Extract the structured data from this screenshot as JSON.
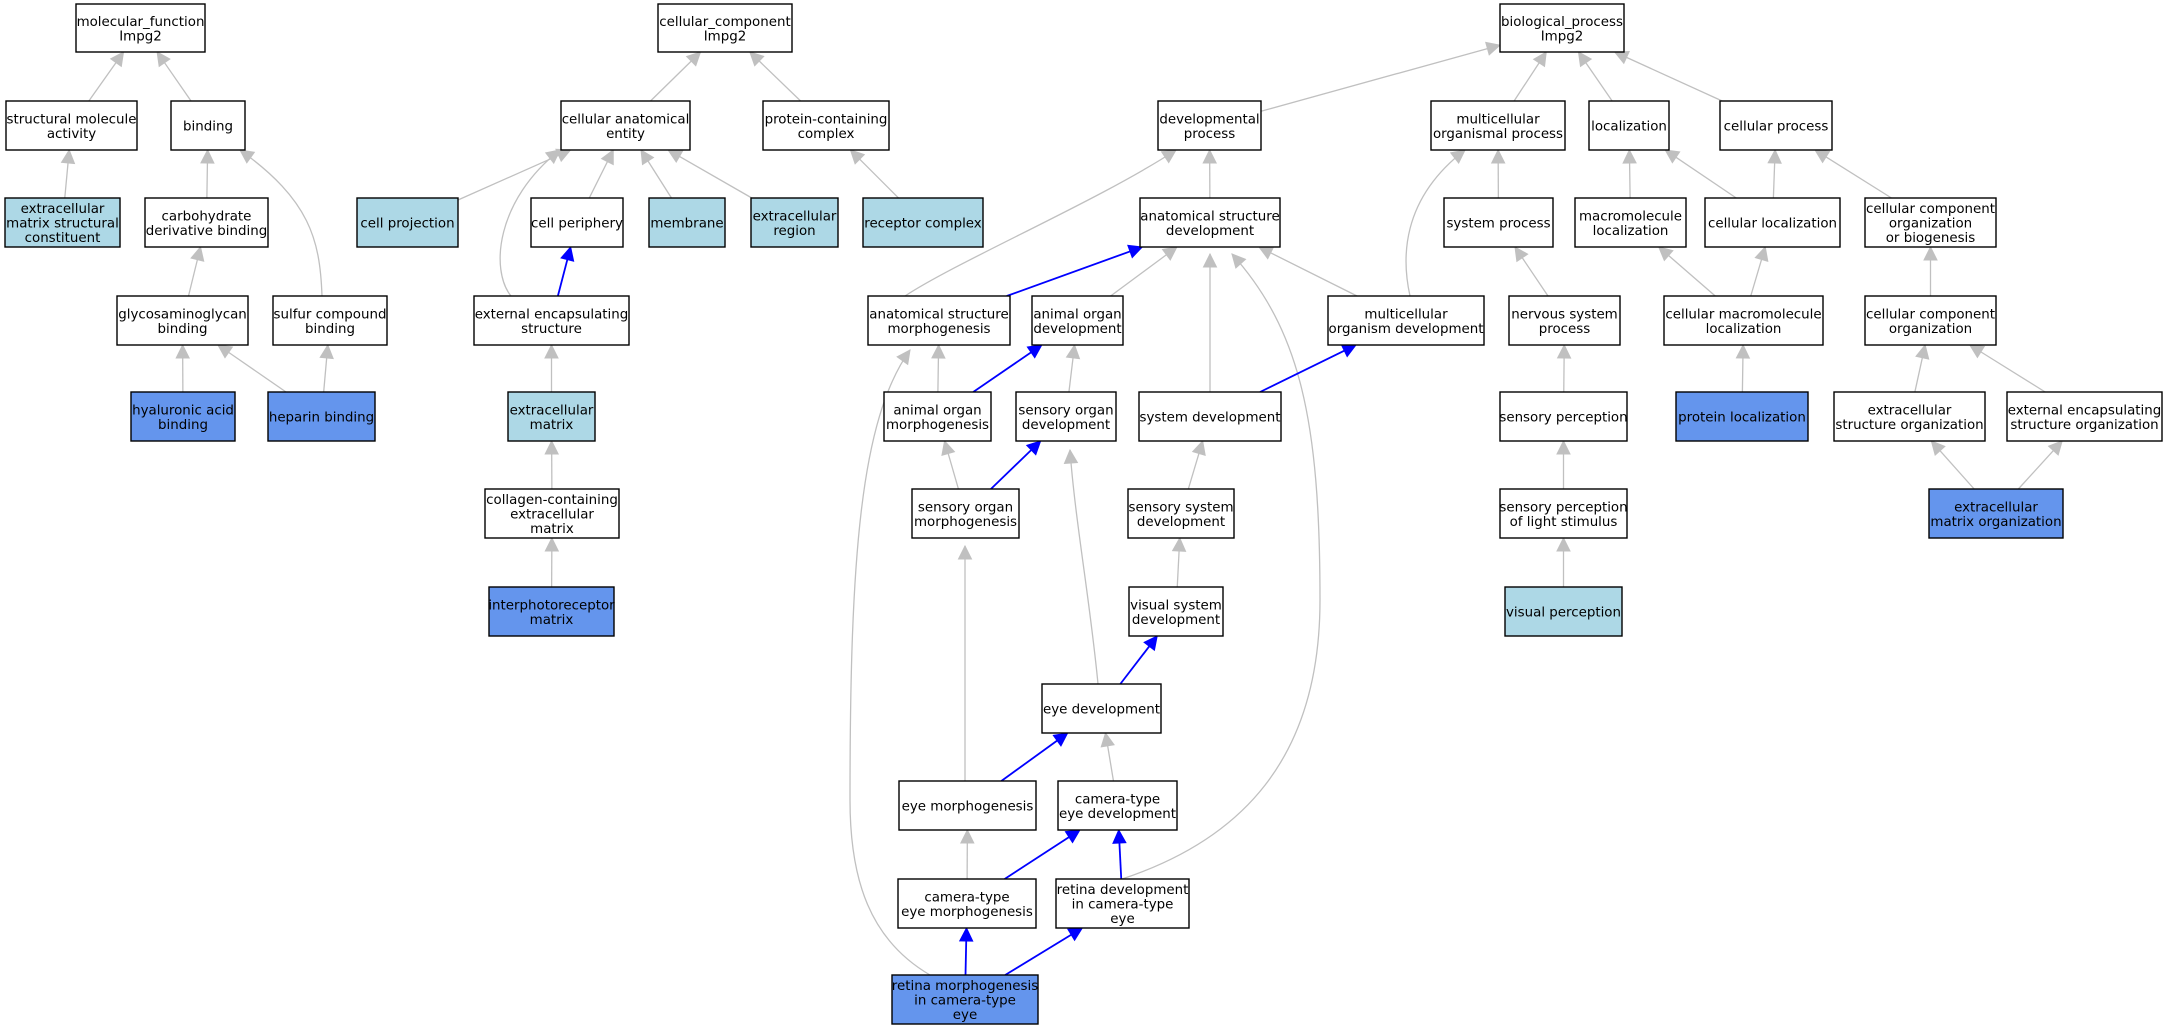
{
  "colors": {
    "plain": "#ffffff",
    "light": "#add8e6",
    "dark": "#6495ed",
    "edge_gray": "#c0c0c0",
    "edge_blue": "#0000ff"
  },
  "nodes": [
    {
      "id": "mf",
      "lines": [
        "molecular_function",
        "Impg2"
      ],
      "fill": "plain"
    },
    {
      "id": "sma",
      "lines": [
        "structural molecule",
        "activity"
      ],
      "fill": "plain"
    },
    {
      "id": "bind",
      "lines": [
        "binding"
      ],
      "fill": "plain"
    },
    {
      "id": "emsc",
      "lines": [
        "extracellular",
        "matrix structural",
        "constituent"
      ],
      "fill": "light"
    },
    {
      "id": "cdb",
      "lines": [
        "carbohydrate",
        "derivative binding"
      ],
      "fill": "plain"
    },
    {
      "id": "gagb",
      "lines": [
        "glycosaminoglycan",
        "binding"
      ],
      "fill": "plain"
    },
    {
      "id": "scb",
      "lines": [
        "sulfur compound",
        "binding"
      ],
      "fill": "plain"
    },
    {
      "id": "hab",
      "lines": [
        "hyaluronic acid",
        "binding"
      ],
      "fill": "dark"
    },
    {
      "id": "hb",
      "lines": [
        "heparin binding"
      ],
      "fill": "dark"
    },
    {
      "id": "cc",
      "lines": [
        "cellular_component",
        "Impg2"
      ],
      "fill": "plain"
    },
    {
      "id": "cae",
      "lines": [
        "cellular anatomical",
        "entity"
      ],
      "fill": "plain"
    },
    {
      "id": "pcc",
      "lines": [
        "protein-containing",
        "complex"
      ],
      "fill": "plain"
    },
    {
      "id": "cp",
      "lines": [
        "cell projection"
      ],
      "fill": "light"
    },
    {
      "id": "cper",
      "lines": [
        "cell periphery"
      ],
      "fill": "plain"
    },
    {
      "id": "mem",
      "lines": [
        "membrane"
      ],
      "fill": "light"
    },
    {
      "id": "er",
      "lines": [
        "extracellular",
        "region"
      ],
      "fill": "light"
    },
    {
      "id": "rc",
      "lines": [
        "receptor complex"
      ],
      "fill": "light"
    },
    {
      "id": "ees",
      "lines": [
        "external encapsulating",
        "structure"
      ],
      "fill": "plain"
    },
    {
      "id": "ecm",
      "lines": [
        "extracellular",
        "matrix"
      ],
      "fill": "light"
    },
    {
      "id": "ccem",
      "lines": [
        "collagen-containing",
        "extracellular",
        "matrix"
      ],
      "fill": "plain"
    },
    {
      "id": "ipm",
      "lines": [
        "interphotoreceptor",
        "matrix"
      ],
      "fill": "dark"
    },
    {
      "id": "bp",
      "lines": [
        "biological_process",
        "Impg2"
      ],
      "fill": "plain"
    },
    {
      "id": "devp",
      "lines": [
        "developmental",
        "process"
      ],
      "fill": "plain"
    },
    {
      "id": "mop",
      "lines": [
        "multicellular",
        "organismal process"
      ],
      "fill": "plain"
    },
    {
      "id": "loc",
      "lines": [
        "localization"
      ],
      "fill": "plain"
    },
    {
      "id": "cpro",
      "lines": [
        "cellular process"
      ],
      "fill": "plain"
    },
    {
      "id": "asd",
      "lines": [
        "anatomical structure",
        "development"
      ],
      "fill": "plain"
    },
    {
      "id": "sp",
      "lines": [
        "system process"
      ],
      "fill": "plain"
    },
    {
      "id": "ml",
      "lines": [
        "macromolecule",
        "localization"
      ],
      "fill": "plain"
    },
    {
      "id": "cl",
      "lines": [
        "cellular localization"
      ],
      "fill": "plain"
    },
    {
      "id": "ccob",
      "lines": [
        "cellular component",
        "organization",
        "or biogenesis"
      ],
      "fill": "plain"
    },
    {
      "id": "asm",
      "lines": [
        "anatomical structure",
        "morphogenesis"
      ],
      "fill": "plain"
    },
    {
      "id": "aod",
      "lines": [
        "animal organ",
        "development"
      ],
      "fill": "plain"
    },
    {
      "id": "mod",
      "lines": [
        "multicellular",
        "organism development"
      ],
      "fill": "plain"
    },
    {
      "id": "nsp",
      "lines": [
        "nervous system",
        "process"
      ],
      "fill": "plain"
    },
    {
      "id": "cml",
      "lines": [
        "cellular macromolecule",
        "localization"
      ],
      "fill": "plain"
    },
    {
      "id": "cco",
      "lines": [
        "cellular component",
        "organization"
      ],
      "fill": "plain"
    },
    {
      "id": "aom",
      "lines": [
        "animal organ",
        "morphogenesis"
      ],
      "fill": "plain"
    },
    {
      "id": "sod",
      "lines": [
        "sensory organ",
        "development"
      ],
      "fill": "plain"
    },
    {
      "id": "sd",
      "lines": [
        "system development"
      ],
      "fill": "plain"
    },
    {
      "id": "sper",
      "lines": [
        "sensory perception"
      ],
      "fill": "plain"
    },
    {
      "id": "pl",
      "lines": [
        "protein localization"
      ],
      "fill": "dark"
    },
    {
      "id": "eso",
      "lines": [
        "extracellular",
        "structure organization"
      ],
      "fill": "plain"
    },
    {
      "id": "eeso",
      "lines": [
        "external encapsulating",
        "structure organization"
      ],
      "fill": "plain"
    },
    {
      "id": "som",
      "lines": [
        "sensory organ",
        "morphogenesis"
      ],
      "fill": "plain"
    },
    {
      "id": "ssd",
      "lines": [
        "sensory system",
        "development"
      ],
      "fill": "plain"
    },
    {
      "id": "spls",
      "lines": [
        "sensory perception",
        "of light stimulus"
      ],
      "fill": "plain"
    },
    {
      "id": "emo",
      "lines": [
        "extracellular",
        "matrix organization"
      ],
      "fill": "dark"
    },
    {
      "id": "vsd",
      "lines": [
        "visual system",
        "development"
      ],
      "fill": "plain"
    },
    {
      "id": "vp",
      "lines": [
        "visual perception"
      ],
      "fill": "light"
    },
    {
      "id": "ed",
      "lines": [
        "eye development"
      ],
      "fill": "plain"
    },
    {
      "id": "em",
      "lines": [
        "eye morphogenesis"
      ],
      "fill": "plain"
    },
    {
      "id": "cted",
      "lines": [
        "camera-type",
        "eye development"
      ],
      "fill": "plain"
    },
    {
      "id": "ctem",
      "lines": [
        "camera-type",
        "eye morphogenesis"
      ],
      "fill": "plain"
    },
    {
      "id": "rdcte",
      "lines": [
        "retina development",
        "in camera-type",
        "eye"
      ],
      "fill": "plain"
    },
    {
      "id": "rmcte",
      "lines": [
        "retina morphogenesis",
        "in camera-type",
        "eye"
      ],
      "fill": "dark"
    }
  ],
  "edges": [
    [
      "sma",
      "mf",
      "gray"
    ],
    [
      "bind",
      "mf",
      "gray"
    ],
    [
      "emsc",
      "sma",
      "gray"
    ],
    [
      "cdb",
      "bind",
      "gray"
    ],
    [
      "scb",
      "bind",
      "gray"
    ],
    [
      "gagb",
      "cdb",
      "gray"
    ],
    [
      "hab",
      "gagb",
      "gray"
    ],
    [
      "hb",
      "gagb",
      "gray"
    ],
    [
      "hb",
      "scb",
      "gray"
    ],
    [
      "cae",
      "cc",
      "gray"
    ],
    [
      "pcc",
      "cc",
      "gray"
    ],
    [
      "cp",
      "cae",
      "gray"
    ],
    [
      "cper",
      "cae",
      "gray"
    ],
    [
      "mem",
      "cae",
      "gray"
    ],
    [
      "er",
      "cae",
      "gray"
    ],
    [
      "ees",
      "cae",
      "gray"
    ],
    [
      "rc",
      "pcc",
      "gray"
    ],
    [
      "ees",
      "cper",
      "blue"
    ],
    [
      "ecm",
      "ees",
      "gray"
    ],
    [
      "ccem",
      "ecm",
      "gray"
    ],
    [
      "ipm",
      "ccem",
      "gray"
    ],
    [
      "devp",
      "bp",
      "gray"
    ],
    [
      "mop",
      "bp",
      "gray"
    ],
    [
      "loc",
      "bp",
      "gray"
    ],
    [
      "cpro",
      "bp",
      "gray"
    ],
    [
      "asd",
      "devp",
      "gray"
    ],
    [
      "asm",
      "devp",
      "gray"
    ],
    [
      "sp",
      "mop",
      "gray"
    ],
    [
      "mod",
      "mop",
      "gray"
    ],
    [
      "ml",
      "loc",
      "gray"
    ],
    [
      "cl",
      "loc",
      "gray"
    ],
    [
      "cl",
      "cpro",
      "gray"
    ],
    [
      "ccob",
      "cpro",
      "gray"
    ],
    [
      "asm",
      "asd",
      "blue"
    ],
    [
      "aod",
      "asd",
      "gray"
    ],
    [
      "mod",
      "asd",
      "gray"
    ],
    [
      "sd",
      "asd",
      "gray"
    ],
    [
      "rdcte",
      "asd",
      "gray"
    ],
    [
      "nsp",
      "sp",
      "gray"
    ],
    [
      "cml",
      "ml",
      "gray"
    ],
    [
      "cml",
      "cl",
      "gray"
    ],
    [
      "cco",
      "ccob",
      "gray"
    ],
    [
      "aom",
      "asm",
      "gray"
    ],
    [
      "aom",
      "aod",
      "blue"
    ],
    [
      "sod",
      "aod",
      "gray"
    ],
    [
      "rmcte",
      "asm",
      "gray"
    ],
    [
      "sd",
      "mod",
      "blue"
    ],
    [
      "sper",
      "nsp",
      "gray"
    ],
    [
      "pl",
      "cml",
      "gray"
    ],
    [
      "eso",
      "cco",
      "gray"
    ],
    [
      "eeso",
      "cco",
      "gray"
    ],
    [
      "som",
      "aom",
      "gray"
    ],
    [
      "som",
      "sod",
      "blue"
    ],
    [
      "ed",
      "sod",
      "gray"
    ],
    [
      "ssd",
      "sd",
      "gray"
    ],
    [
      "spls",
      "sper",
      "gray"
    ],
    [
      "emo",
      "eso",
      "gray"
    ],
    [
      "emo",
      "eeso",
      "gray"
    ],
    [
      "vsd",
      "ssd",
      "gray"
    ],
    [
      "vp",
      "spls",
      "gray"
    ],
    [
      "ed",
      "vsd",
      "blue"
    ],
    [
      "em",
      "som",
      "gray"
    ],
    [
      "em",
      "ed",
      "blue"
    ],
    [
      "cted",
      "ed",
      "gray"
    ],
    [
      "ctem",
      "em",
      "gray"
    ],
    [
      "ctem",
      "cted",
      "blue"
    ],
    [
      "rdcte",
      "cted",
      "blue"
    ],
    [
      "rmcte",
      "ctem",
      "blue"
    ],
    [
      "rmcte",
      "rdcte",
      "blue"
    ]
  ]
}
